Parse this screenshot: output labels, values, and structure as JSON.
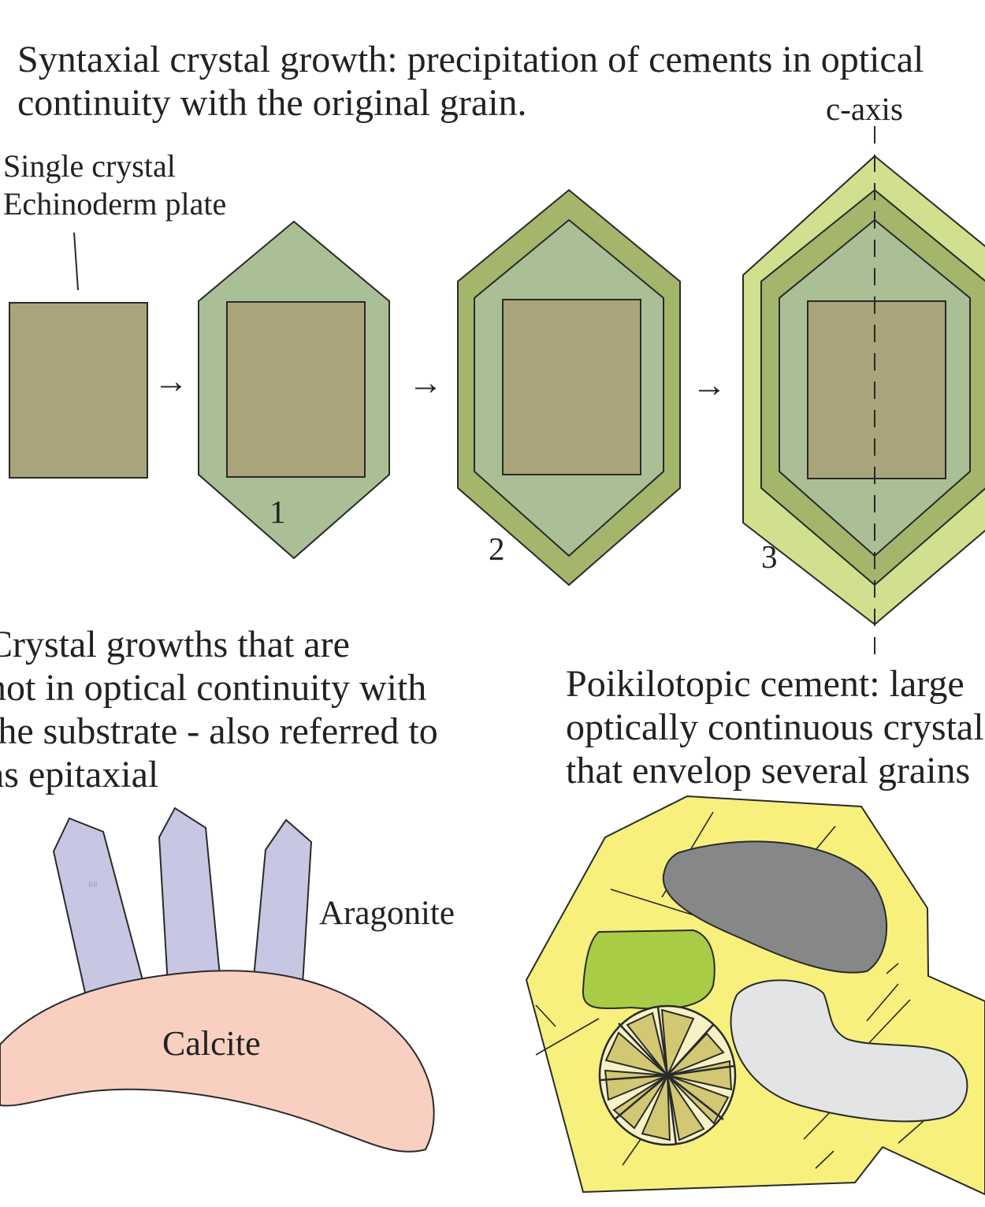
{
  "title": {
    "line1": "Syntaxial crystal growth: precipitation of cements in optical",
    "line2": "continuity with the original grain."
  },
  "labels": {
    "c_axis": "c-axis",
    "plate_line1": "Single crystal",
    "plate_line2": "Echinoderm plate",
    "stage1": "1",
    "stage2": "2",
    "stage3": "3",
    "arrow": "→",
    "aragonite": "Aragonite",
    "calcite": "Calcite",
    "initials": "BR"
  },
  "epitaxial": {
    "line1": "Crystal growths that are",
    "line2": "not in optical continuity with",
    "line3": "the substrate - also referred to",
    "line4": "as epitaxial"
  },
  "poikilotopic": {
    "line1": "Poikilotopic cement: large",
    "line2": "optically continuous crystals",
    "line3": "that envelop several grains"
  },
  "colors": {
    "plate": "#a9a47a",
    "cement1": "#aabf95",
    "cement2": "#a4b56c",
    "cement3": "#d0e08e",
    "aragonite": "#c7c7e3",
    "calcite": "#f9cfc1",
    "poikilotopic_cement": "#f7f07d",
    "dark_grain": "#858789",
    "green_grain": "#a8cc45",
    "light_grain": "#e3e4e6",
    "echinoid_segment": "#d2c873",
    "echinoid_ring": "#f6f2c6",
    "outline": "#2a2a2a"
  }
}
